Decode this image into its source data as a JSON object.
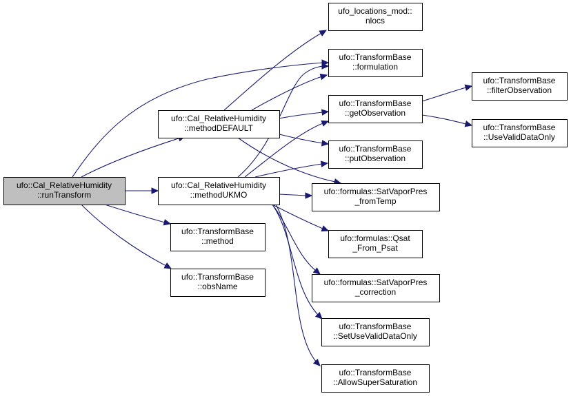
{
  "graph": {
    "colors": {
      "edge": "#191970",
      "root_fill": "#bfbfbf",
      "node_fill": "#ffffff",
      "border": "#000000"
    },
    "nodes": {
      "runTransform": [
        "ufo::Cal_RelativeHumidity",
        "::runTransform"
      ],
      "methodDEFAULT": [
        "ufo::Cal_RelativeHumidity",
        "::methodDEFAULT"
      ],
      "methodUKMO": [
        "ufo::Cal_RelativeHumidity",
        "::methodUKMO"
      ],
      "method": [
        "ufo::TransformBase",
        "::method"
      ],
      "obsName": [
        "ufo::TransformBase",
        "::obsName"
      ],
      "nlocs": [
        "ufo_locations_mod::",
        "nlocs"
      ],
      "formulation": [
        "ufo::TransformBase",
        "::formulation"
      ],
      "getObservation": [
        "ufo::TransformBase",
        "::getObservation"
      ],
      "putObservation": [
        "ufo::TransformBase",
        "::putObservation"
      ],
      "SatVaporPres_fromTemp": [
        "ufo::formulas::SatVaporPres",
        "_fromTemp"
      ],
      "Qsat_From_Psat": [
        "ufo::formulas::Qsat",
        "_From_Psat"
      ],
      "SatVaporPres_correction": [
        "ufo::formulas::SatVaporPres",
        "_correction"
      ],
      "SetUseValidDataOnly": [
        "ufo::TransformBase",
        "::SetUseValidDataOnly"
      ],
      "AllowSuperSaturation": [
        "ufo::TransformBase",
        "::AllowSuperSaturation"
      ],
      "filterObservation": [
        "ufo::TransformBase",
        "::filterObservation"
      ],
      "UseValidDataOnly": [
        "ufo::TransformBase",
        "::UseValidDataOnly"
      ]
    },
    "edges": [
      [
        "runTransform",
        "methodDEFAULT"
      ],
      [
        "runTransform",
        "methodUKMO"
      ],
      [
        "runTransform",
        "method"
      ],
      [
        "runTransform",
        "obsName"
      ],
      [
        "runTransform",
        "formulation"
      ],
      [
        "methodDEFAULT",
        "nlocs"
      ],
      [
        "methodDEFAULT",
        "formulation"
      ],
      [
        "methodDEFAULT",
        "getObservation"
      ],
      [
        "methodDEFAULT",
        "putObservation"
      ],
      [
        "methodDEFAULT",
        "SatVaporPres_fromTemp"
      ],
      [
        "methodUKMO",
        "formulation"
      ],
      [
        "methodUKMO",
        "getObservation"
      ],
      [
        "methodUKMO",
        "putObservation"
      ],
      [
        "methodUKMO",
        "SatVaporPres_fromTemp"
      ],
      [
        "methodUKMO",
        "Qsat_From_Psat"
      ],
      [
        "methodUKMO",
        "SatVaporPres_correction"
      ],
      [
        "methodUKMO",
        "SetUseValidDataOnly"
      ],
      [
        "methodUKMO",
        "AllowSuperSaturation"
      ],
      [
        "getObservation",
        "filterObservation"
      ],
      [
        "getObservation",
        "UseValidDataOnly"
      ]
    ]
  }
}
